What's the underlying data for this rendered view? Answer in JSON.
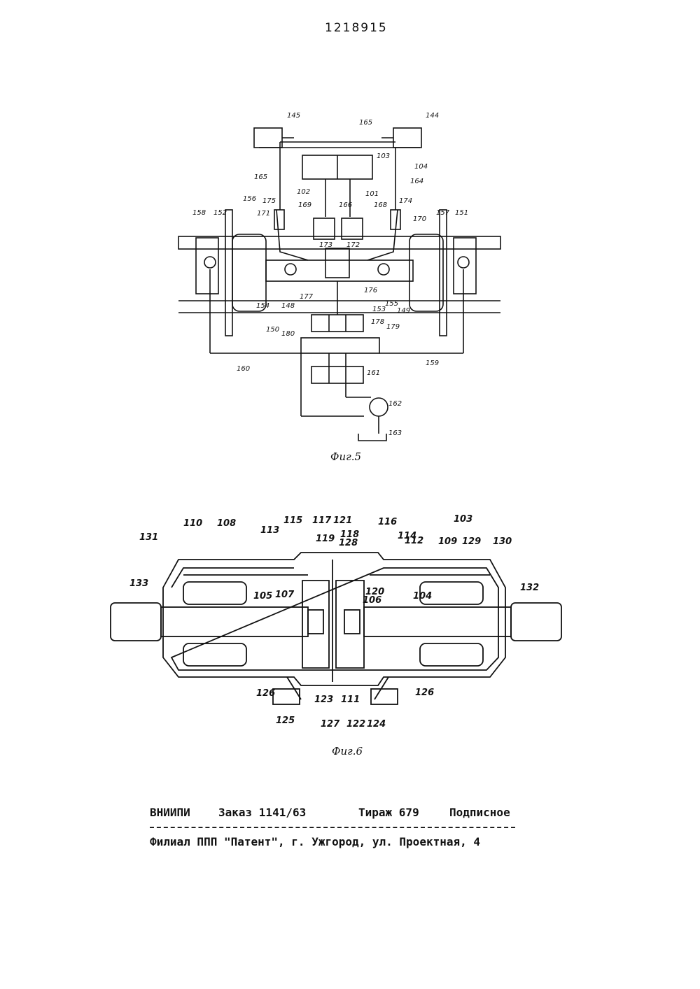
{
  "header": {
    "patent_number": "1218915"
  },
  "figure5": {
    "caption": "Фиг.5",
    "labels": [
      "145",
      "144",
      "165",
      "103",
      "104",
      "165",
      "164",
      "102",
      "101",
      "166",
      "175",
      "171",
      "169",
      "168",
      "174",
      "156",
      "152",
      "158",
      "173",
      "172",
      "170",
      "157",
      "151",
      "154",
      "148",
      "177",
      "176",
      "153",
      "155",
      "149",
      "150",
      "178",
      "180",
      "179",
      "160",
      "159",
      "161",
      "162",
      "163"
    ]
  },
  "figure6": {
    "caption": "Фиг.6",
    "labels": [
      "110",
      "108",
      "113",
      "115",
      "117",
      "121",
      "118",
      "116",
      "114",
      "103",
      "131",
      "112",
      "109",
      "129",
      "130",
      "119",
      "128",
      "133",
      "132",
      "107",
      "120",
      "105",
      "106",
      "104",
      "126",
      "123",
      "111",
      "126",
      "125",
      "127",
      "122",
      "124"
    ]
  },
  "footer": {
    "org": "ВНИИПИ",
    "order": "Заказ 1141/63",
    "circulation": "Тираж 679",
    "subscription": "Подписное",
    "address": "Филиал ППП \"Патент\", г. Ужгород, ул. Проектная, 4"
  }
}
